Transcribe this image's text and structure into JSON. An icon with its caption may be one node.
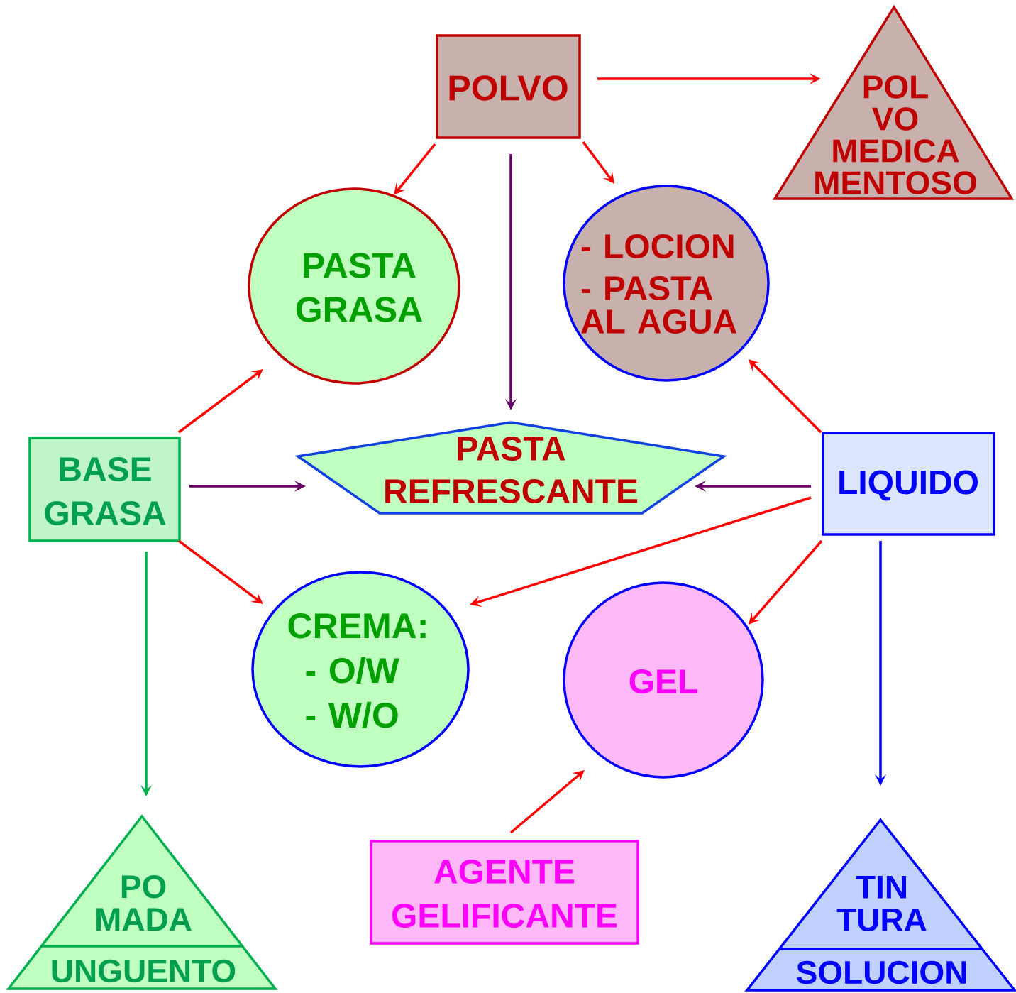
{
  "diagram": {
    "nodes": [
      {
        "text": [
          "POLVO"
        ]
      },
      {
        "text": [
          "POL VO MEDICA MENTOSO"
        ]
      },
      {
        "text": [
          "PASTA GRASA"
        ]
      },
      {
        "text": [
          "- LOCION",
          "- PASTA AL AGUA"
        ]
      },
      {
        "text": [
          "BASE GRASA"
        ]
      },
      {
        "text": [
          "PASTA REFRESCANTE"
        ]
      },
      {
        "text": [
          "LIQUIDO"
        ]
      },
      {
        "text": [
          "CREMA:",
          "- O/W",
          "- W/O"
        ]
      },
      {
        "text": [
          "GEL"
        ]
      },
      {
        "text": [
          "PO MADA",
          "UNGUENTO"
        ]
      },
      {
        "text": [
          "AGENTE GELIFICANTE"
        ]
      },
      {
        "text": [
          "TIN TURA",
          "SOLUCION"
        ]
      }
    ],
    "edges": [
      {
        "from": 0,
        "to": 1,
        "arrow": "to"
      },
      {
        "from": 0,
        "to": 2,
        "arrow": "to"
      },
      {
        "from": 0,
        "to": 5,
        "arrow": "to",
        "color": "#660066"
      },
      {
        "from": 0,
        "to": 3,
        "arrow": "to"
      },
      {
        "from": 4,
        "to": 2,
        "arrow": "to"
      },
      {
        "from": 4,
        "to": 5,
        "arrow": "to",
        "color": "#660066"
      },
      {
        "from": 4,
        "to": 7,
        "arrow": "to"
      },
      {
        "from": 4,
        "to": 9,
        "arrow": "to",
        "color": "#00b050"
      },
      {
        "from": 6,
        "to": 3,
        "arrow": "to"
      },
      {
        "from": 6,
        "to": 5,
        "arrow": "to",
        "color": "#660066"
      },
      {
        "from": 6,
        "to": 7,
        "arrow": "to"
      },
      {
        "from": 6,
        "to": 8,
        "arrow": "to"
      },
      {
        "from": 6,
        "to": 11,
        "arrow": "to",
        "color": "#0000ff"
      },
      {
        "from": 10,
        "to": 8,
        "arrow": "to"
      }
    ]
  }
}
